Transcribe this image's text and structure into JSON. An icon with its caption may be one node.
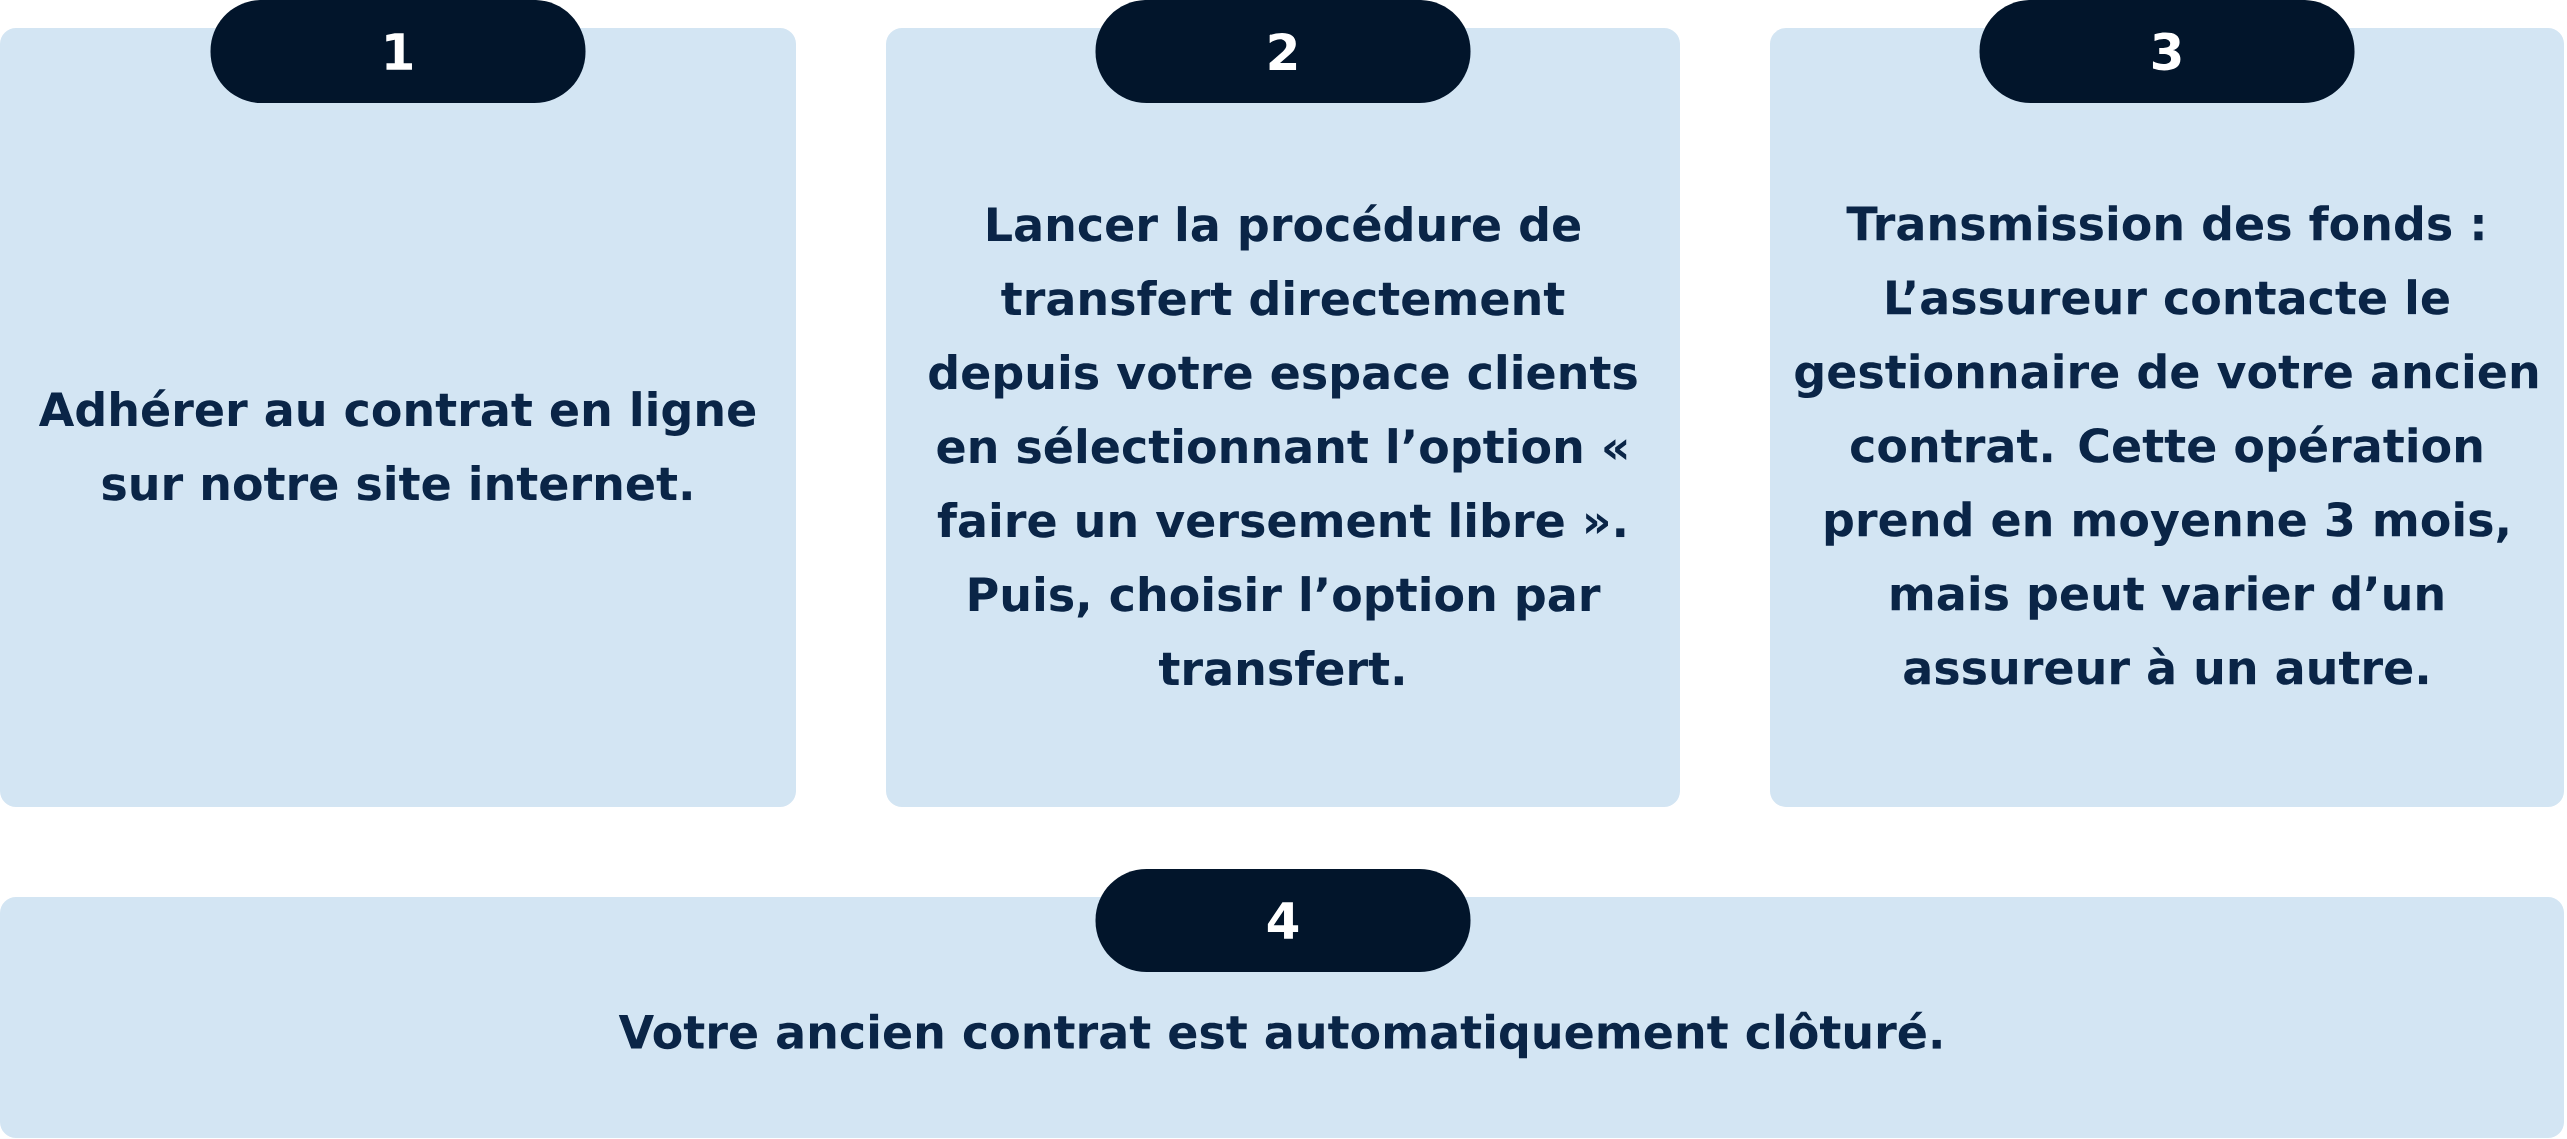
{
  "diagram": {
    "nodes": [
      {
        "text": [
          "1"
        ]
      },
      {
        "text": [
          "Adhérer au contrat en ligne sur notre site internet."
        ]
      },
      {
        "text": [
          "2"
        ]
      },
      {
        "text": [
          "Lancer la procédure de transfert directement depuis votre espace clients en sélectionnant l’option « faire un versement libre ». Puis, choisir l’option par transfert."
        ]
      },
      {
        "text": [
          "3"
        ]
      },
      {
        "text": [
          "Transmission des fonds : L’assureur contacte le gestionnaire de votre ancien contrat. Cette opération prend en moyenne 3 mois, mais peut varier d’un assureur à un autre."
        ]
      },
      {
        "text": [
          "4"
        ]
      },
      {
        "text": [
          "Votre ancien contrat est automatiquement clôturé."
        ]
      }
    ]
  }
}
